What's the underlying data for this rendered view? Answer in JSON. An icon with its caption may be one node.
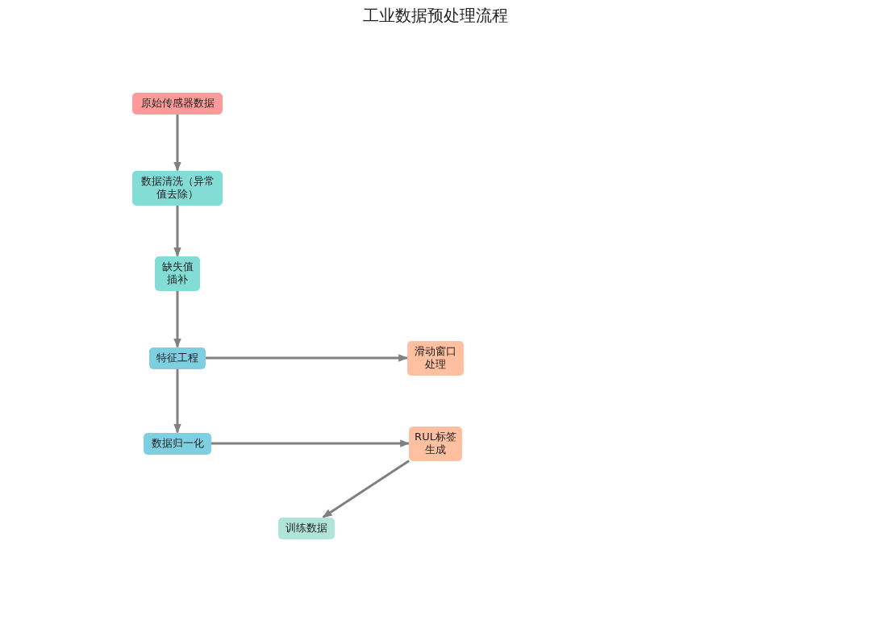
{
  "diagram": {
    "title": "工业数据预处理流程",
    "nodes": [
      {
        "text": [
          "原始传感器数据"
        ]
      },
      {
        "text": [
          "数据清洗（异常值去除）"
        ]
      },
      {
        "text": [
          "缺失值插补"
        ]
      },
      {
        "text": [
          "特征工程"
        ]
      },
      {
        "text": [
          "滑动窗口处理"
        ]
      },
      {
        "text": [
          "数据归一化"
        ]
      },
      {
        "text": [
          "RUL标签生成"
        ]
      },
      {
        "text": [
          "训练数据"
        ]
      }
    ],
    "edges": [
      {
        "from": 0,
        "to": 1,
        "arrow": "to"
      },
      {
        "from": 1,
        "to": 2,
        "arrow": "to"
      },
      {
        "from": 2,
        "to": 3,
        "arrow": "to"
      },
      {
        "from": 3,
        "to": 4,
        "arrow": "to"
      },
      {
        "from": 3,
        "to": 5,
        "arrow": "to"
      },
      {
        "from": 5,
        "to": 6,
        "arrow": "to"
      },
      {
        "from": 6,
        "to": 7,
        "arrow": "to"
      }
    ]
  }
}
